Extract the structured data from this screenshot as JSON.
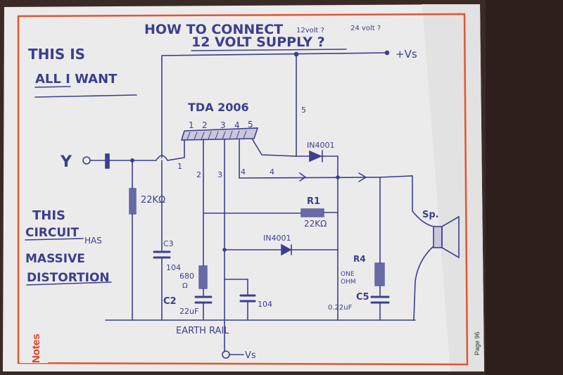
{
  "colors": {
    "background": "#3a2a26",
    "paper": "#ecebec",
    "border": "#e2552e",
    "ink": "#3b3f8c",
    "notes_tab": "#e23b1f"
  },
  "heading": {
    "line1": "HOW TO CONNECT",
    "line2": "12 VOLT SUPPLY ?",
    "note_12": "12volt ?",
    "note_24": "24 volt ?"
  },
  "left_notes": {
    "want_line1": "THIS IS",
    "want_line2": "ALL I WANT",
    "dist_line1": "THIS",
    "dist_line2": "CIRCUIT",
    "dist_line2b": "HAS",
    "dist_line3": "MASSIVE",
    "dist_line4": "DISTORTION"
  },
  "circuit": {
    "ic_label": "TDA 2006",
    "pin_labels": [
      "1",
      "2",
      "3",
      "4",
      "5"
    ],
    "pin_wire_labels": [
      "1",
      "2",
      "3",
      "4",
      "4",
      "5"
    ],
    "input_label": "Y",
    "vs_top": "+Vs",
    "vs_bottom": "Vs",
    "r_in": "22KΩ",
    "c3_label": "C3",
    "c3_value": "104",
    "r_680": "680",
    "r_680_unit": "Ω",
    "c2_label": "C2",
    "c2_value": "22uF",
    "c_104": "104",
    "r1_label": "R1",
    "r1_value": "22KΩ",
    "d_top": "IN4001",
    "d_mid": "IN4001",
    "r4_label": "R4",
    "r4_value_line1": "ONE",
    "r4_value_line2": "OHM",
    "c5_label": "C5",
    "c5_value": "0.22uF",
    "speaker_label": "Sp.",
    "earth_label": "EARTH RAIL"
  },
  "side_tab": "Notes",
  "page_number": "Page 96"
}
